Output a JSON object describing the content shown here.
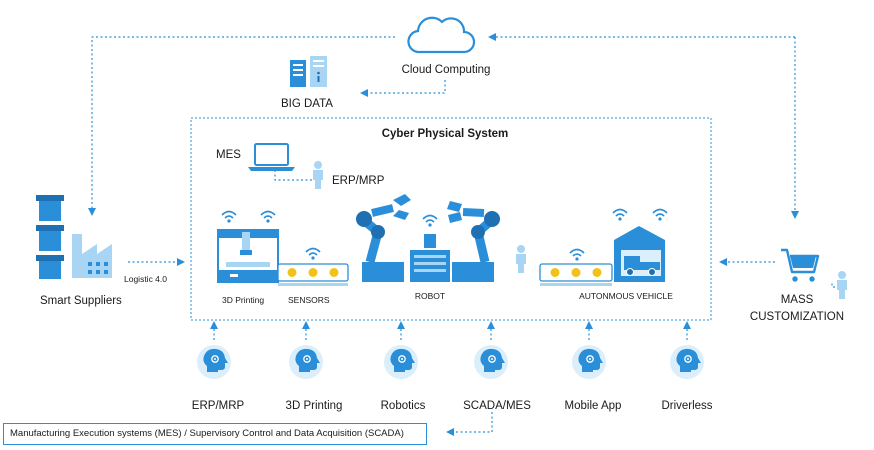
{
  "colors": {
    "primary": "#2a8fd8",
    "dark": "#1f6fb3",
    "light": "#a9d5f5",
    "accent": "#f3c21a"
  },
  "cloud": {
    "label": "Cloud Computing",
    "icon": "cloud-icon"
  },
  "big_data": {
    "label": "BIG DATA",
    "icon": "server-icon"
  },
  "cps": {
    "title": "Cyber Physical System",
    "mes_label": "MES",
    "erp_label": "ERP/MRP",
    "stations": {
      "printing": "3D Printing",
      "sensors": "SENSORS",
      "robot": "ROBOT",
      "vehicle": "AUTONMOUS VEHICLE"
    }
  },
  "suppliers": {
    "label": "Smart Suppliers",
    "logistic_label": "Logistic 4.0"
  },
  "customization": {
    "label_line1": "MASS",
    "label_line2": "CUSTOMIZATION"
  },
  "technologies": [
    "ERP/MRP",
    "3D Printing",
    "Robotics",
    "SCADA/MES",
    "Mobile App",
    "Driverless"
  ],
  "caption": "Manufacturing Execution systems (MES) / Supervisory Control and Data Acquisition (SCADA)"
}
